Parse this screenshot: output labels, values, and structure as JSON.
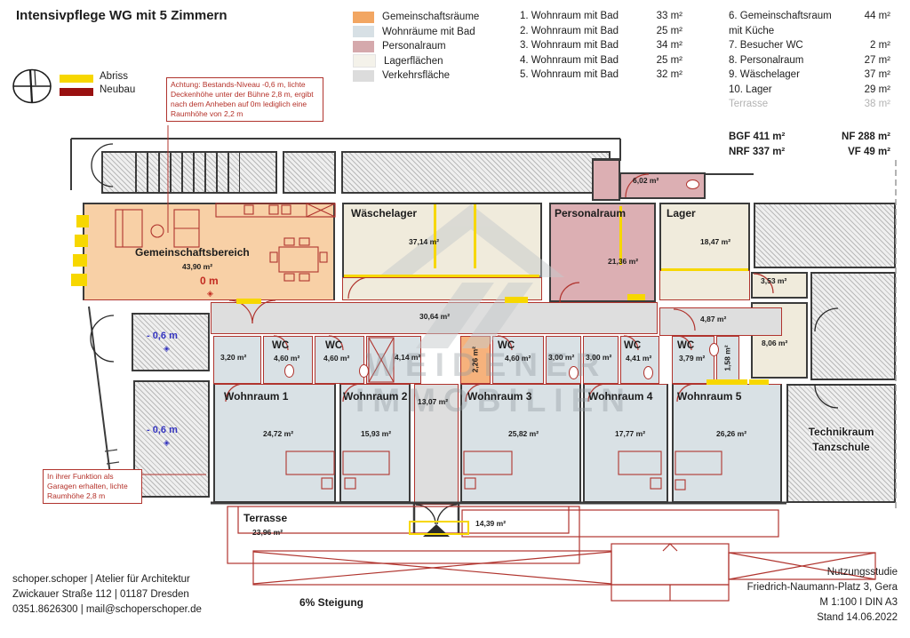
{
  "title": "Intensivpflege WG mit 5 Zimmern",
  "legend_status": [
    {
      "label": "Abriss",
      "color": "#f7d700"
    },
    {
      "label": "Neubau",
      "color": "#991010"
    }
  ],
  "legend_areas": [
    {
      "label": "Gemeinschaftsräume",
      "color": "#f2a662"
    },
    {
      "label": "Wohnräume mit Bad",
      "color": "#d7e0e5"
    },
    {
      "label": "Personalraum",
      "color": "#d5a9ac"
    },
    {
      "label": "Lagerflächen",
      "color": "#f4f2ea"
    },
    {
      "label": "Verkehrsfläche",
      "color": "#dcdcdc"
    }
  ],
  "room_list_1": [
    {
      "name": "1. Wohnraum mit Bad",
      "area": "33 m²"
    },
    {
      "name": "2. Wohnraum mit Bad",
      "area": "25 m²"
    },
    {
      "name": "3. Wohnraum mit Bad",
      "area": "34 m²"
    },
    {
      "name": "4. Wohnraum mit Bad",
      "area": "25 m²"
    },
    {
      "name": "5. Wohnraum mit Bad",
      "area": "32 m²"
    }
  ],
  "room_list_2": [
    {
      "name": "6. Gemeinschaftsraum",
      "area": "44 m²"
    },
    {
      "name": "mit Küche",
      "area": ""
    },
    {
      "name": "7. Besucher WC",
      "area": "2 m²"
    },
    {
      "name": "8. Personalraum",
      "area": "27 m²"
    },
    {
      "name": "9. Wäschelager",
      "area": "37 m²"
    },
    {
      "name": "10. Lager",
      "area": "29 m²"
    },
    {
      "name": "Terrasse",
      "area": "38 m²"
    }
  ],
  "totals": {
    "bgf": "BGF 411 m²",
    "nrf": "NRF 337 m²",
    "nf": "NF 288 m²",
    "vf": "VF 49 m²"
  },
  "notes": {
    "achtung": "Achtung: Bestands-Niveau -0,6 m, lichte Deckenhöhe unter der Bühne 2,8 m, ergibt nach dem Anheben auf 0m lediglich eine Raumhöhe von 2,2 m",
    "garagen": "In ihrer Funktion als Garagen erhalten, lichte Raumhöhe 2,8 m"
  },
  "plan": {
    "gemeinschaft": {
      "name": "Gemeinschaftsbereich",
      "area": "43,90 m²",
      "level": "0 m"
    },
    "waeschelager": {
      "name": "Wäschelager",
      "area": "37,14 m²"
    },
    "personalraum": {
      "name": "Personalraum",
      "area": "21,36 m²"
    },
    "lager": {
      "name": "Lager",
      "area": "18,47 m²"
    },
    "wc_602": {
      "area": "6,02 m²"
    },
    "r353": {
      "area": "3,53 m²"
    },
    "r806": {
      "area": "8,06 m²"
    },
    "flur1": {
      "area": "30,64 m²"
    },
    "flur2": {
      "area": "4,87 m²"
    },
    "flur3": {
      "area": "13,07 m²"
    },
    "b320": {
      "area": "3,20 m²"
    },
    "wc1": {
      "name": "WC",
      "area": "4,60 m²"
    },
    "wc2": {
      "name": "WC",
      "area": "4,60 m²"
    },
    "r414": {
      "area": "4,14 m²"
    },
    "r226": {
      "area": "2,26 m²"
    },
    "wc3": {
      "name": "WC",
      "area": "4,60 m²"
    },
    "b300a": {
      "area": "3,00 m²"
    },
    "b300b": {
      "area": "3,00 m²"
    },
    "wc4": {
      "name": "WC",
      "area": "4,41 m²"
    },
    "wc5": {
      "name": "WC",
      "area": "3,79 m²"
    },
    "r158": {
      "area": "1,58 m²"
    },
    "w1": {
      "name": "Wohnraum 1",
      "area": "24,72 m²"
    },
    "w2": {
      "name": "Wohnraum 2",
      "area": "15,93 m²"
    },
    "w3": {
      "name": "Wohnraum 3",
      "area": "25,82 m²"
    },
    "w4": {
      "name": "Wohnraum 4",
      "area": "17,77 m²"
    },
    "w5": {
      "name": "Wohnraum 5",
      "area": "26,26 m²"
    },
    "technik": {
      "line1": "Technikraum",
      "line2": "Tanzschule"
    },
    "terrasse": {
      "name": "Terrasse",
      "area": "23,96 m²"
    },
    "terrasse2": {
      "area": "14,39 m²"
    },
    "level_minus": "- 0,6 m",
    "ramp": "6% Steigung",
    "level_marker": "◈"
  },
  "watermark": {
    "line1": "WEIDENER",
    "line2": "IMMOBILIEN"
  },
  "footer_left": [
    "schoper.schoper | Atelier für Architektur",
    "Zwickauer Straße 112 | 01187 Dresden",
    "0351.8626300 | mail@schoperschoper.de"
  ],
  "footer_right": [
    "Nutzungsstudie",
    "Friedrich-Naumann-Platz 3, Gera",
    "M 1:100 I DIN A3",
    "Stand 14.06.2022"
  ]
}
